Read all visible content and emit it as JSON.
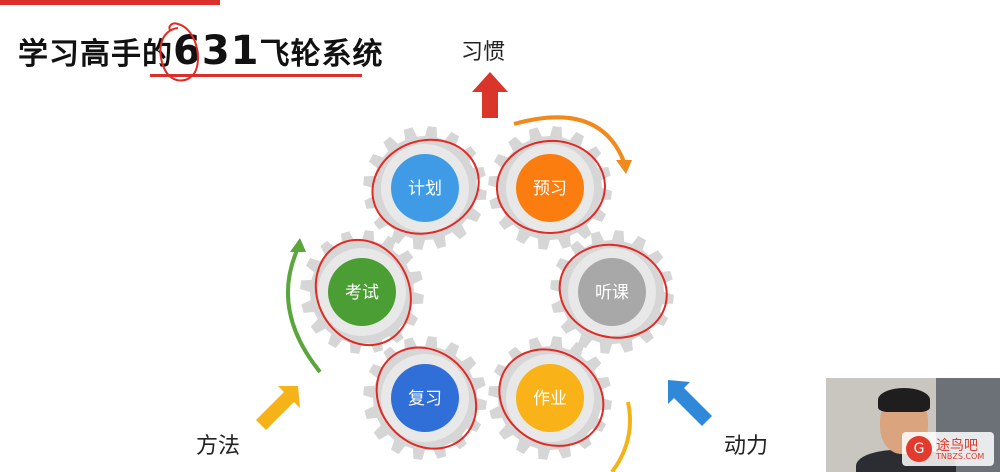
{
  "title": {
    "prefix": "学习高手的",
    "number": "631",
    "suffix": "飞轮系统"
  },
  "labels": {
    "habit": "习惯",
    "method": "方法",
    "motivation": "动力"
  },
  "gears": [
    {
      "label": "计划",
      "color": "#3f9be6"
    },
    {
      "label": "预习",
      "color": "#fb7d0f"
    },
    {
      "label": "听课",
      "color": "#a8a8a8"
    },
    {
      "label": "作业",
      "color": "#f9b217"
    },
    {
      "label": "复习",
      "color": "#2f6fd7"
    },
    {
      "label": "考试",
      "color": "#4b9e33"
    }
  ],
  "colors": {
    "gear_body": "#d6d6d6",
    "annotation_red": "#e12a24",
    "arrow_up": "#d9352a",
    "arrow_method": "#f5b219",
    "arrow_motivation": "#2f88d8",
    "arc_orange": "#f08a1c",
    "arc_green": "#5aa63c",
    "arc_yellow": "#f2b21a"
  },
  "watermark": {
    "name": "途鸟吧",
    "url": "TNBZS.COM"
  }
}
